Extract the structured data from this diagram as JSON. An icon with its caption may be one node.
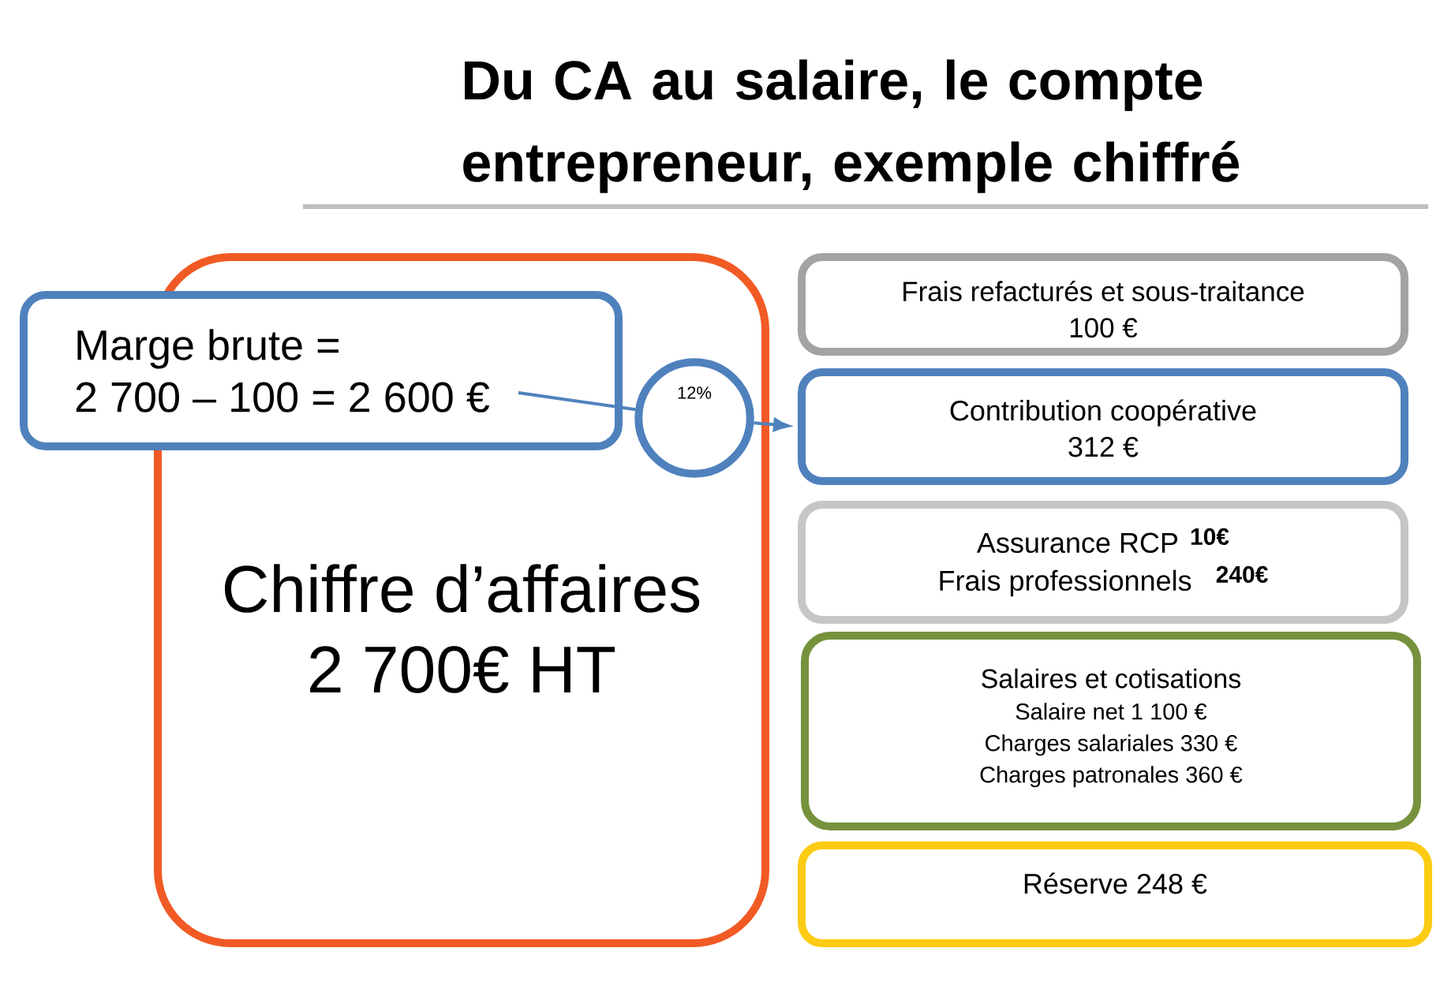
{
  "diagram": {
    "title": "Du CA au salaire, le compte entrepreneur, exemple chiffré",
    "nodes": [
      {
        "text": [
          "Chiffre d’affaires 2 700€ HT"
        ]
      },
      {
        "text": [
          "Marge brute =",
          "2 700 – 100 = 2 600 €"
        ]
      },
      {
        "text": [
          "12%"
        ],
        "in": 0
      },
      {
        "text": [
          "Frais refacturés et sous-traitance",
          "100 €"
        ]
      },
      {
        "text": [
          "Contribution coopérative",
          "312 €"
        ]
      },
      {
        "text": [
          "Assurance RCP",
          "10€",
          "Frais professionnels",
          "240€"
        ]
      },
      {
        "text": [
          "Salaires et cotisations",
          "Salaire net 1 100 €",
          "Charges salariales 330 €",
          "Charges patronales 360 €"
        ]
      },
      {
        "text": [
          "Réserve 248 €"
        ]
      }
    ],
    "edges": [
      {
        "from": 1,
        "to": 2,
        "arrow": "none"
      },
      {
        "from": 2,
        "to": 4,
        "arrow": "to"
      }
    ]
  }
}
